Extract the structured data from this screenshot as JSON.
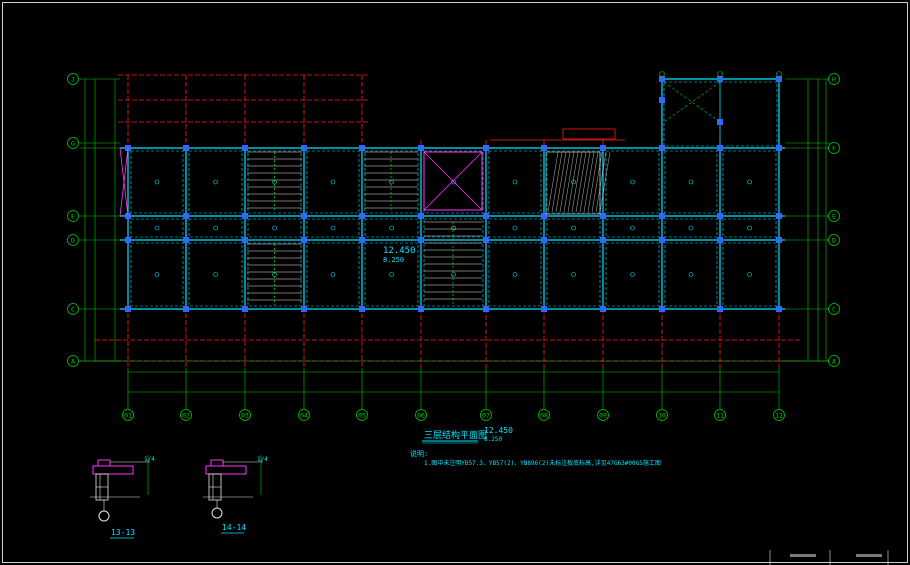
{
  "axes_top_bottom": [
    "01",
    "02",
    "03",
    "04",
    "05",
    "06",
    "07",
    "08",
    "09",
    "10",
    "11",
    "12"
  ],
  "axes_left_right": [
    "J",
    "G",
    "E",
    "D",
    "C",
    "A"
  ],
  "axes_right_top": "H",
  "axes_right_second": "F",
  "plan_title": "三层结构平面图",
  "elev_1": "12.450",
  "elev_2": "8.250",
  "note_heading": "说明:",
  "note_text": "1.图中未注明YB57.3、YB57(2)、YB896(2)未标注板底标高,详见47G63#00G5施工图",
  "section_a": "13-13",
  "section_b": "14-14",
  "colors": {
    "axis": "#00cc00",
    "red": "#ff1a1a",
    "cyan": "#00e5ff",
    "blue": "#3366ff",
    "magenta": "#ff33ff",
    "white": "#e6e6e6"
  }
}
